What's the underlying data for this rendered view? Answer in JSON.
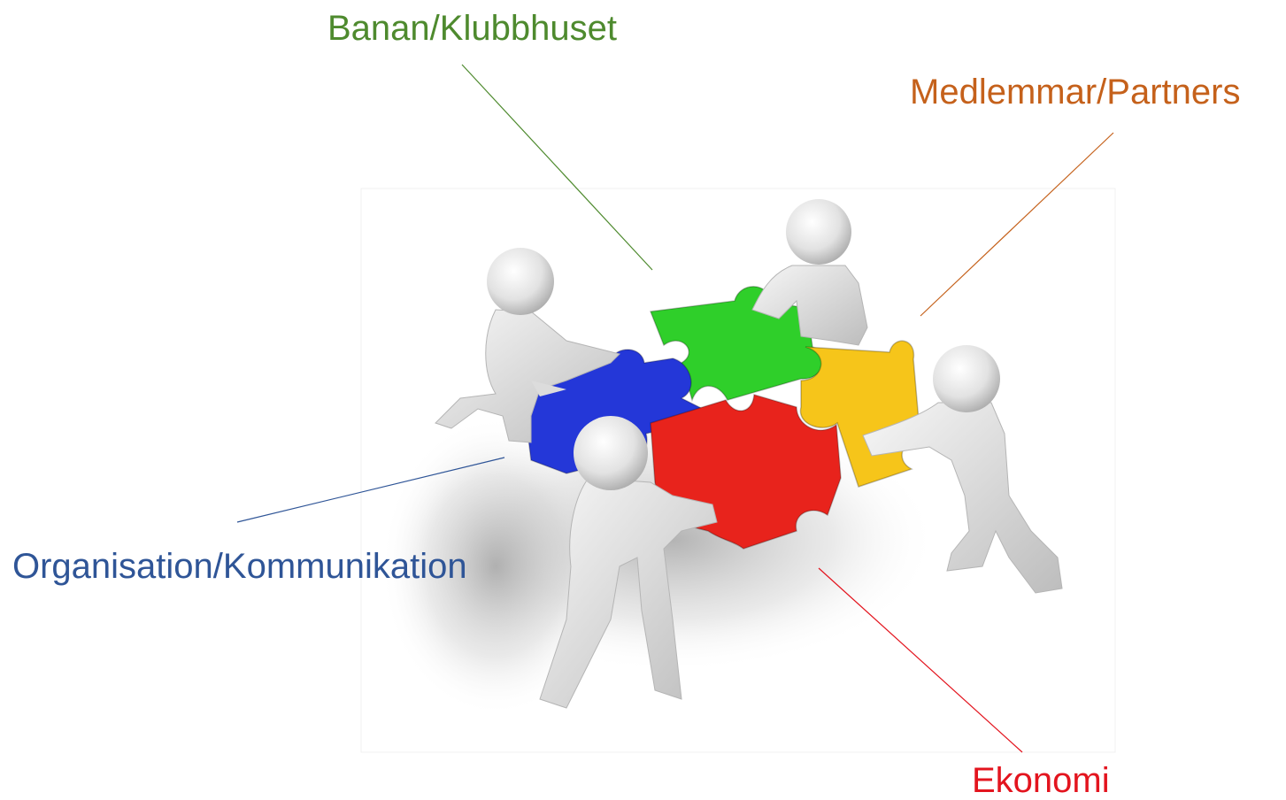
{
  "labels": {
    "green": {
      "text": "Banan/Klubbhuset",
      "color": "#4e8a2e"
    },
    "orange": {
      "text": "Medlemmar/Partners",
      "color": "#c5611b"
    },
    "blue": {
      "text": "Organisation/Kommunikation",
      "color": "#2f5597"
    },
    "red": {
      "text": "Ekonomi",
      "color": "#e3141e"
    }
  },
  "puzzle_colors": {
    "blue": "#2437d8",
    "green": "#2fcf2a",
    "yellow": "#f6c51a",
    "red": "#e8231c"
  },
  "figure_color": "#e6e6e6"
}
